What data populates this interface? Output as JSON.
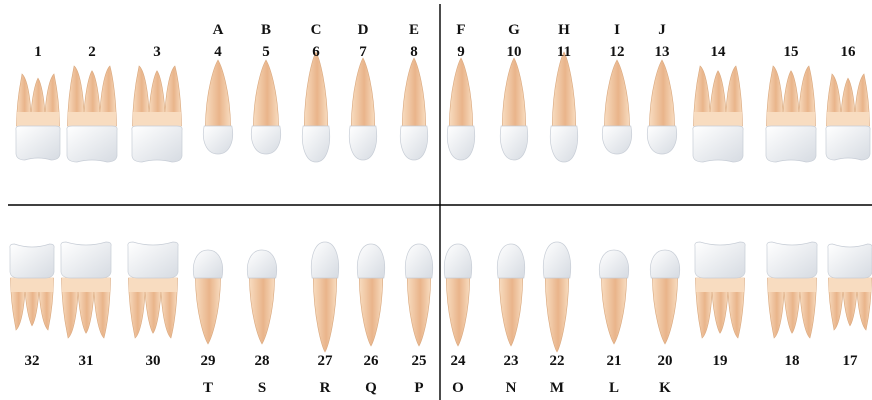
{
  "colors": {
    "root_light": "#f8dcc0",
    "root_dark": "#e9b48a",
    "crown_light": "#ffffff",
    "crown_dark": "#d6dbe2",
    "divider": "#000000"
  },
  "upper": {
    "teeth": [
      {
        "number": "1",
        "letter": "",
        "type": "molar3"
      },
      {
        "number": "2",
        "letter": "",
        "type": "molar"
      },
      {
        "number": "3",
        "letter": "",
        "type": "molar"
      },
      {
        "number": "4",
        "letter": "A",
        "type": "premolar"
      },
      {
        "number": "5",
        "letter": "B",
        "type": "premolar"
      },
      {
        "number": "6",
        "letter": "C",
        "type": "canine"
      },
      {
        "number": "7",
        "letter": "D",
        "type": "incisor"
      },
      {
        "number": "8",
        "letter": "E",
        "type": "incisor"
      },
      {
        "number": "9",
        "letter": "F",
        "type": "incisor"
      },
      {
        "number": "10",
        "letter": "G",
        "type": "incisor"
      },
      {
        "number": "11",
        "letter": "H",
        "type": "canine"
      },
      {
        "number": "12",
        "letter": "I",
        "type": "premolar"
      },
      {
        "number": "13",
        "letter": "J",
        "type": "premolar"
      },
      {
        "number": "14",
        "letter": "",
        "type": "molar"
      },
      {
        "number": "15",
        "letter": "",
        "type": "molar"
      },
      {
        "number": "16",
        "letter": "",
        "type": "molar3"
      }
    ]
  },
  "lower": {
    "teeth": [
      {
        "number": "32",
        "letter": "",
        "type": "molar3"
      },
      {
        "number": "31",
        "letter": "",
        "type": "molar"
      },
      {
        "number": "30",
        "letter": "",
        "type": "molar"
      },
      {
        "number": "29",
        "letter": "T",
        "type": "premolar"
      },
      {
        "number": "28",
        "letter": "S",
        "type": "premolar"
      },
      {
        "number": "27",
        "letter": "R",
        "type": "canine"
      },
      {
        "number": "26",
        "letter": "Q",
        "type": "incisor"
      },
      {
        "number": "25",
        "letter": "P",
        "type": "incisor"
      },
      {
        "number": "24",
        "letter": "O",
        "type": "incisor"
      },
      {
        "number": "23",
        "letter": "N",
        "type": "incisor"
      },
      {
        "number": "22",
        "letter": "M",
        "type": "canine"
      },
      {
        "number": "21",
        "letter": "L",
        "type": "premolar"
      },
      {
        "number": "20",
        "letter": "K",
        "type": "premolar"
      },
      {
        "number": "19",
        "letter": "",
        "type": "molar"
      },
      {
        "number": "18",
        "letter": "",
        "type": "molar"
      },
      {
        "number": "17",
        "letter": "",
        "type": "molar3"
      }
    ]
  }
}
